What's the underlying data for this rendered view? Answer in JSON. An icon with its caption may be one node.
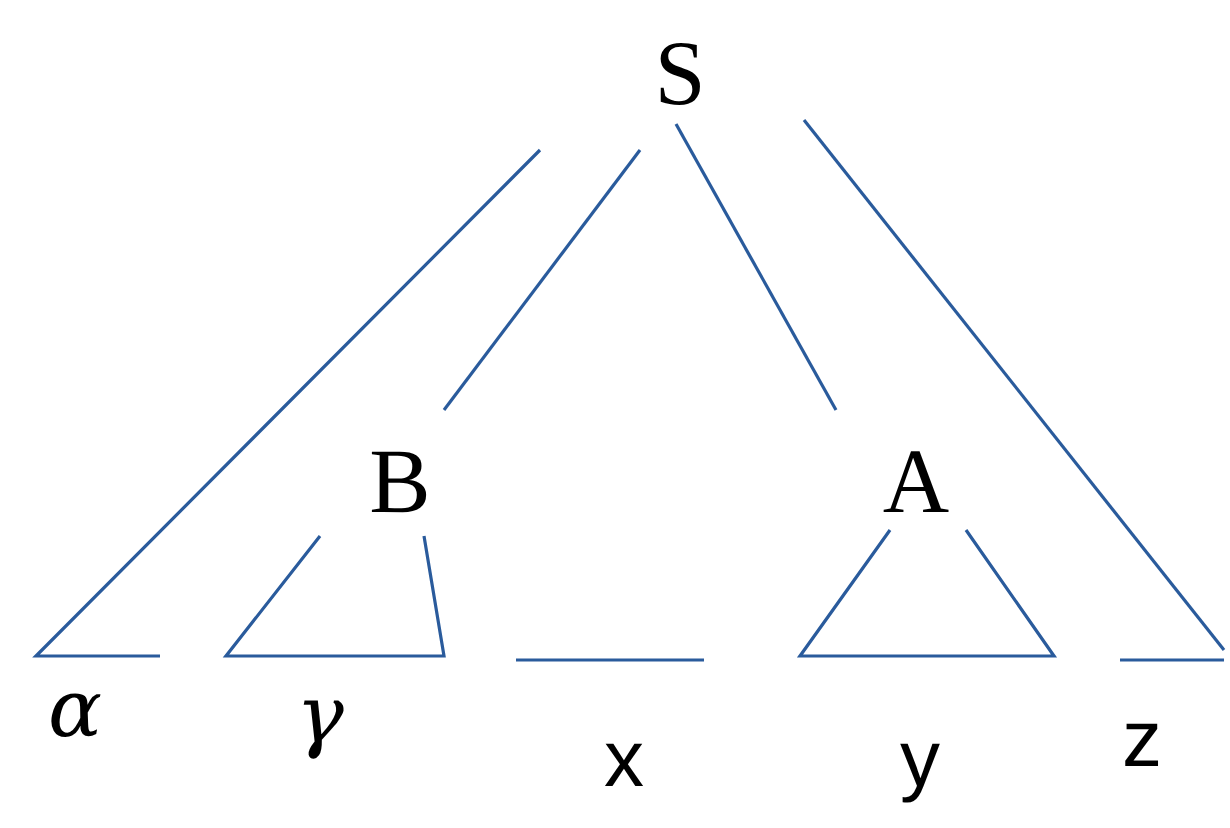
{
  "diagram": {
    "nodes": [
      {
        "text": [
          "S"
        ]
      },
      {
        "text": [
          "B"
        ]
      },
      {
        "text": [
          "A"
        ]
      }
    ],
    "edges": [
      {
        "from": 0,
        "to": 1,
        "arrow": "none"
      },
      {
        "from": 0,
        "to": 2,
        "arrow": "none"
      }
    ],
    "labels": [
      "α",
      "γ",
      "x",
      "y",
      "z"
    ]
  }
}
